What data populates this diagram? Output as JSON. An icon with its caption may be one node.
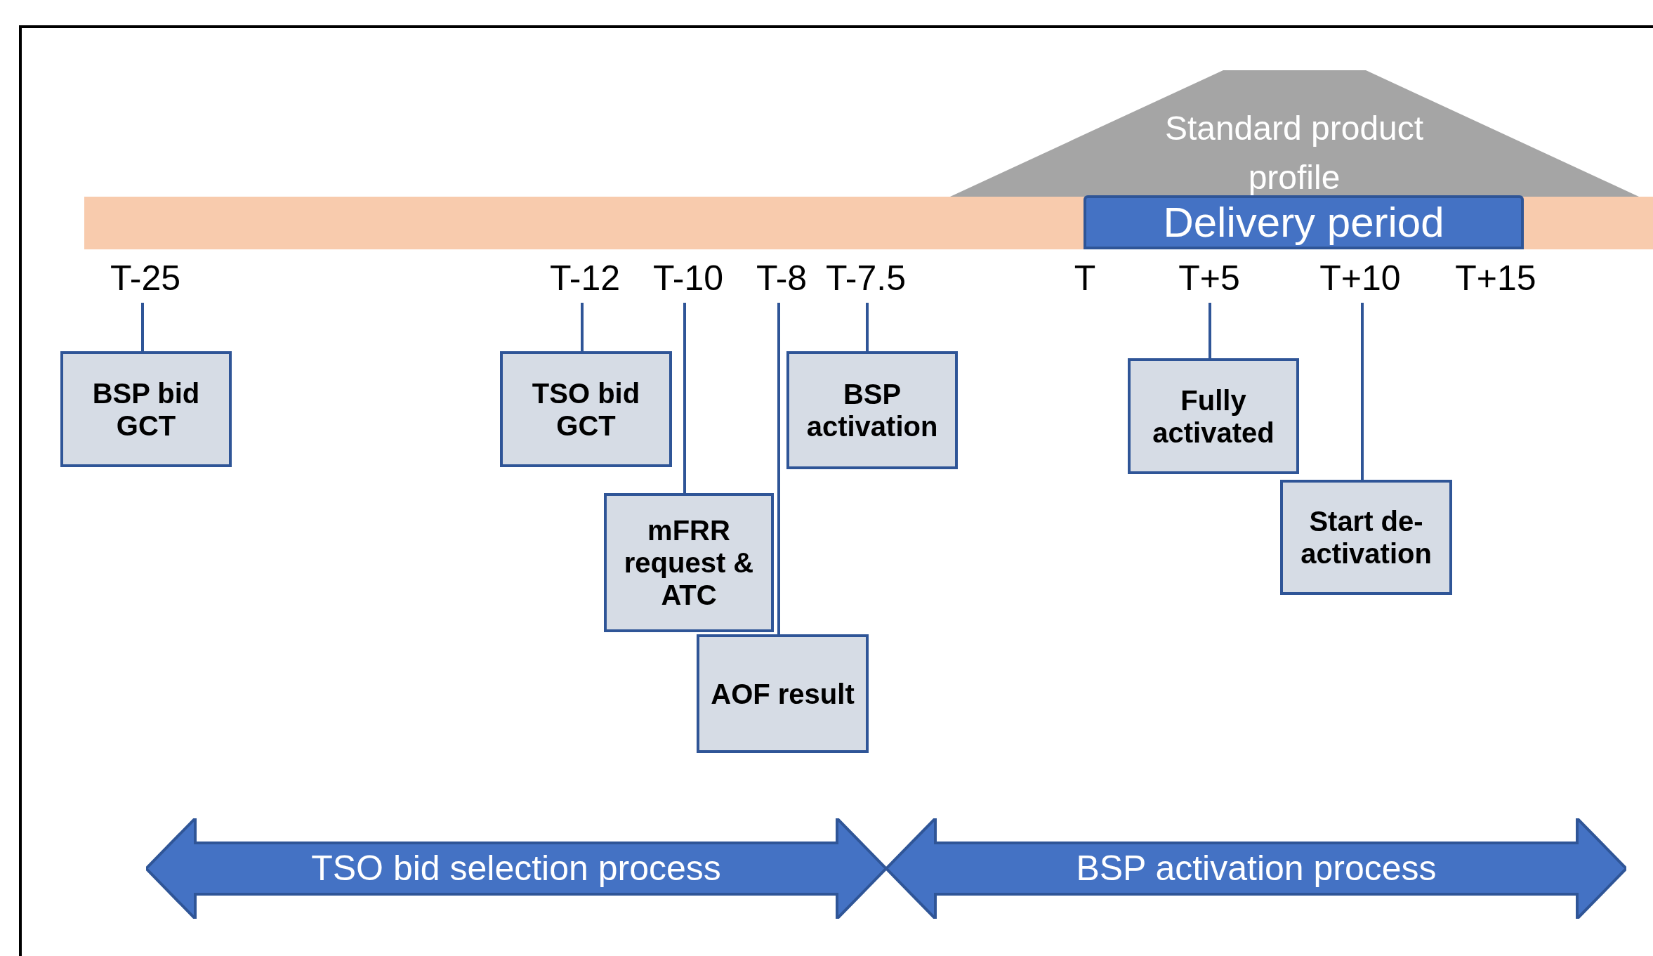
{
  "diagram": {
    "nodes": [
      {
        "text": [
          "Standard product profile"
        ]
      },
      {
        "text": [
          "Delivery period"
        ]
      },
      {
        "text": [
          "T-25"
        ]
      },
      {
        "text": [
          "T-12"
        ]
      },
      {
        "text": [
          "T-10"
        ]
      },
      {
        "text": [
          "T-8"
        ]
      },
      {
        "text": [
          "T-7.5"
        ]
      },
      {
        "text": [
          "T"
        ]
      },
      {
        "text": [
          "T+5"
        ]
      },
      {
        "text": [
          "T+10"
        ]
      },
      {
        "text": [
          "T+15"
        ]
      },
      {
        "text": [
          "BSP bid GCT"
        ]
      },
      {
        "text": [
          "TSO bid GCT"
        ]
      },
      {
        "text": [
          "mFRR request & ATC"
        ]
      },
      {
        "text": [
          "BSP activation"
        ]
      },
      {
        "text": [
          "Fully activated"
        ]
      },
      {
        "text": [
          "Start de-activation"
        ]
      },
      {
        "text": [
          "AOF result"
        ]
      },
      {
        "text": [
          "TSO bid selection process"
        ]
      },
      {
        "text": [
          "BSP activation process"
        ]
      }
    ],
    "edges": [
      {
        "from": 2,
        "to": 11,
        "arrow": "none"
      },
      {
        "from": 3,
        "to": 12,
        "arrow": "none"
      },
      {
        "from": 4,
        "to": 13,
        "arrow": "none"
      },
      {
        "from": 5,
        "to": 17,
        "arrow": "none"
      },
      {
        "from": 6,
        "to": 14,
        "arrow": "none"
      },
      {
        "from": 8,
        "to": 15,
        "arrow": "none"
      },
      {
        "from": 9,
        "to": 16,
        "arrow": "none"
      }
    ]
  }
}
